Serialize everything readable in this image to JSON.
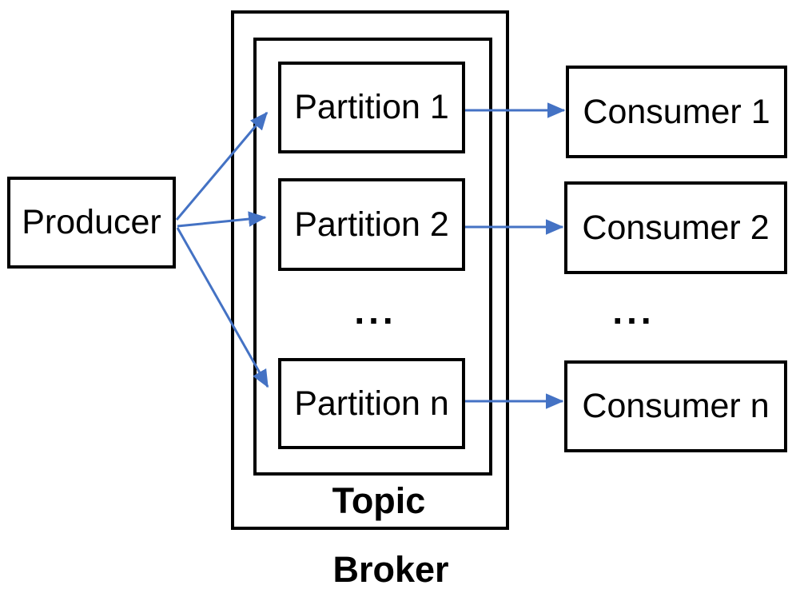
{
  "diagram": {
    "producer": {
      "label": "Producer"
    },
    "broker": {
      "label": "Broker",
      "topic": {
        "label": "Topic",
        "partitions": [
          {
            "label": "Partition 1"
          },
          {
            "label": "Partition 2"
          },
          {
            "label": "Partition n"
          }
        ],
        "ellipsis": "..."
      }
    },
    "consumers": {
      "items": [
        {
          "label": "Consumer 1"
        },
        {
          "label": "Consumer 2"
        },
        {
          "label": "Consumer n"
        }
      ],
      "ellipsis": "..."
    },
    "colors": {
      "arrow": "#4472C4",
      "border": "#000000",
      "text": "#000000",
      "background": "#FFFFFF"
    }
  }
}
